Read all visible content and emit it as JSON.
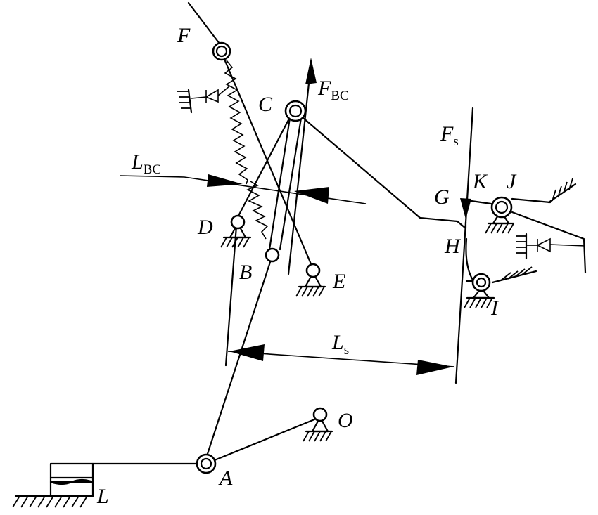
{
  "diagram": {
    "points": {
      "F": "F",
      "C": "C",
      "D": "D",
      "B": "B",
      "E": "E",
      "G": "G",
      "K": "K",
      "J": "J",
      "H": "H",
      "I": "I",
      "O": "O",
      "A": "A",
      "L": "L"
    },
    "forces": {
      "F_BC": {
        "main": "F",
        "sub": "BC"
      },
      "F_s": {
        "main": "F",
        "sub": "s"
      }
    },
    "lengths": {
      "L_BC": {
        "main": "L",
        "sub": "BC"
      },
      "L_s": {
        "main": "L",
        "sub": "s"
      }
    }
  }
}
